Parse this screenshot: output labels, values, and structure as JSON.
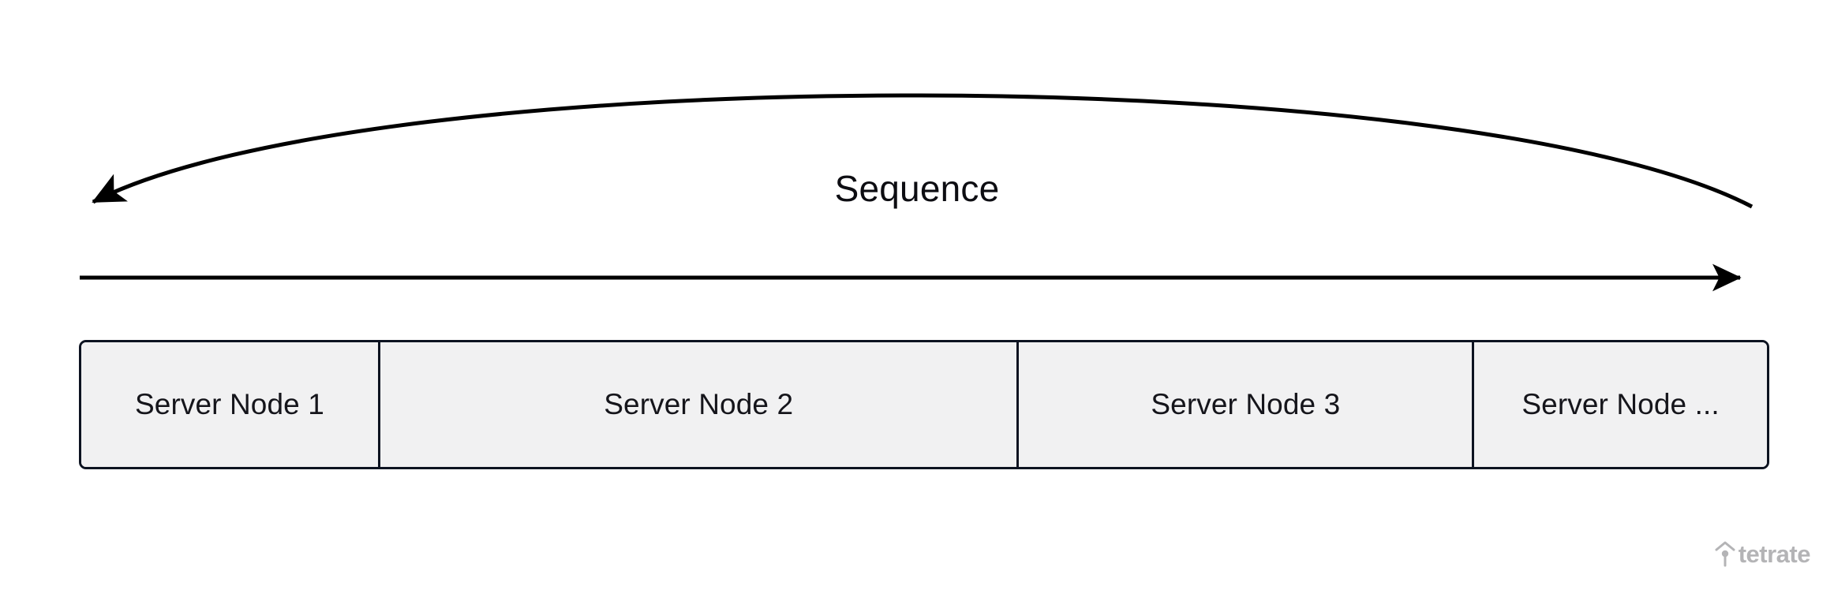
{
  "diagram": {
    "title_label": "Sequence",
    "direction_arrow_name": "sequence-direction-arrow",
    "colors": {
      "background": "#ffffff",
      "stroke": "#000000",
      "node_border": "#0d1321",
      "node_fill": "#f1f1f2",
      "node_text": "#15151b",
      "watermark": "#b4b4b6"
    },
    "curved_arrow": {
      "name": "sequence-curved-arrow",
      "direction": "right-to-left",
      "arrowhead_at": "left"
    },
    "axis_arrow": {
      "name": "sequence-axis-arrow",
      "direction": "left-to-right",
      "arrowhead_at": "right"
    },
    "nodes": [
      {
        "label": "Server Node 1",
        "width_pct": 17.6
      },
      {
        "label": "Server Node 2",
        "width_pct": 37.9
      },
      {
        "label": "Server Node 3",
        "width_pct": 27.0
      },
      {
        "label": "Server Node ...",
        "width_pct": 17.5
      }
    ]
  },
  "watermark": {
    "text": "tetrate",
    "mark_name": "tetrate-logo-mark"
  }
}
